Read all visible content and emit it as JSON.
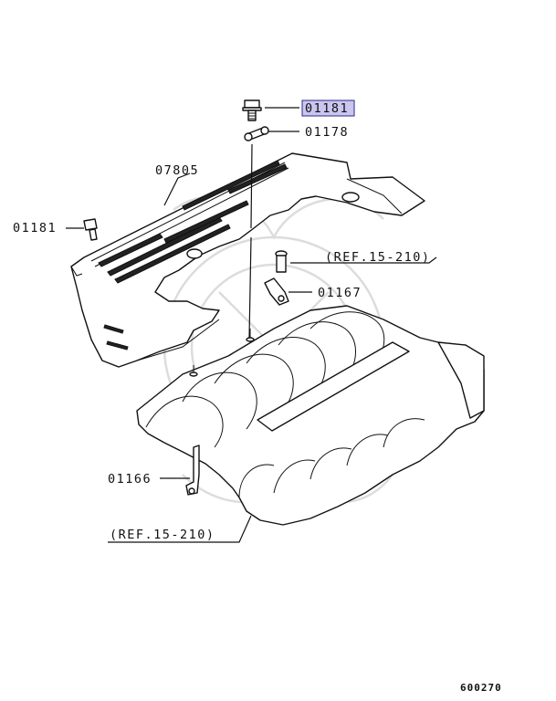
{
  "labels": {
    "bolt_top": "01181",
    "washer_top": "01178",
    "cover": "07805",
    "bolt_left": "01181",
    "ref_upper": "(REF.15-210)",
    "bracket_right": "01167",
    "bracket_left": "01166",
    "ref_lower": "(REF.15-210)",
    "diagram_id": "600270"
  },
  "highlight_color": "#c9c6f0",
  "highlight_border": "#2a2a8a"
}
